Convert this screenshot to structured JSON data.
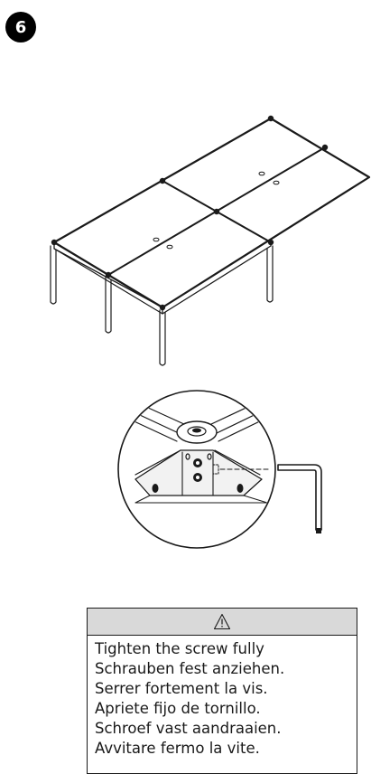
{
  "step": {
    "number": "6"
  },
  "warning": {
    "icon": "warning-triangle-icon",
    "lines": [
      "Tighten the screw fully",
      "Schrauben fest anziehen.",
      "Serrer fortement la vis.",
      "Apriete fijo de tornillo.",
      "Schroef vast aandraaien.",
      "Avvitare fermo la vite."
    ]
  },
  "colors": {
    "ink": "#1a1a1a",
    "panel": "#d9d9d9",
    "badge": "#000000"
  }
}
